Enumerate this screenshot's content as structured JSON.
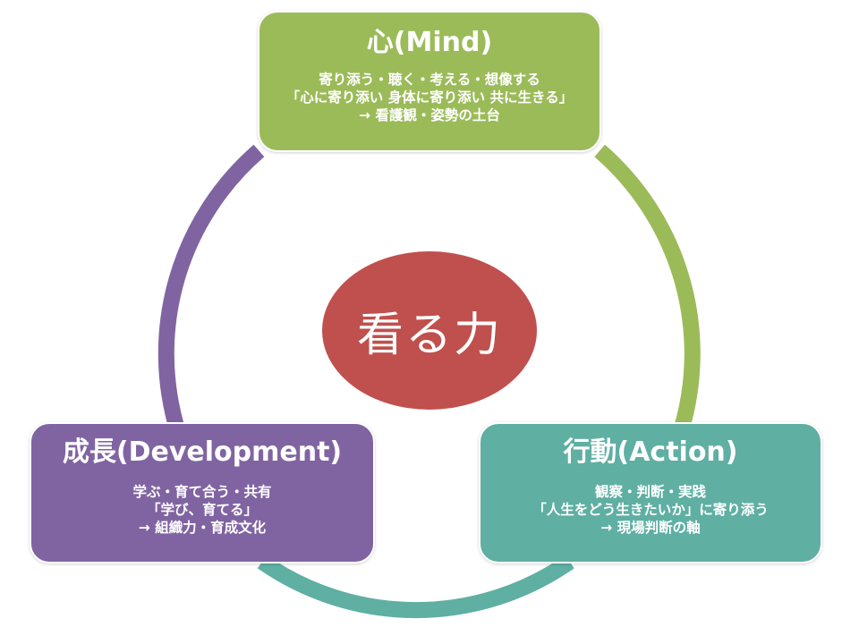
{
  "center": {
    "label": "看る力"
  },
  "cycle": {
    "colors": {
      "mind": "#9bbb59",
      "action": "#5fafa3",
      "growth": "#8064a2",
      "center": "#c0504d"
    }
  },
  "mind": {
    "title": "心(Mind)",
    "lines": [
      "寄り添う・聴く・考える・想像する",
      "「心に寄り添い 身体に寄り添い 共に生きる」",
      "→ 看護観・姿勢の土台"
    ]
  },
  "action": {
    "title": "行動(Action)",
    "lines": [
      "観察・判断・実践",
      "「人生をどう生きたいか」に寄り添う",
      "→ 現場判断の軸"
    ]
  },
  "growth": {
    "title": "成長(Development)",
    "lines": [
      "学ぶ・育て合う・共有",
      "「学び、育てる」",
      "→ 組織力・育成文化"
    ]
  }
}
